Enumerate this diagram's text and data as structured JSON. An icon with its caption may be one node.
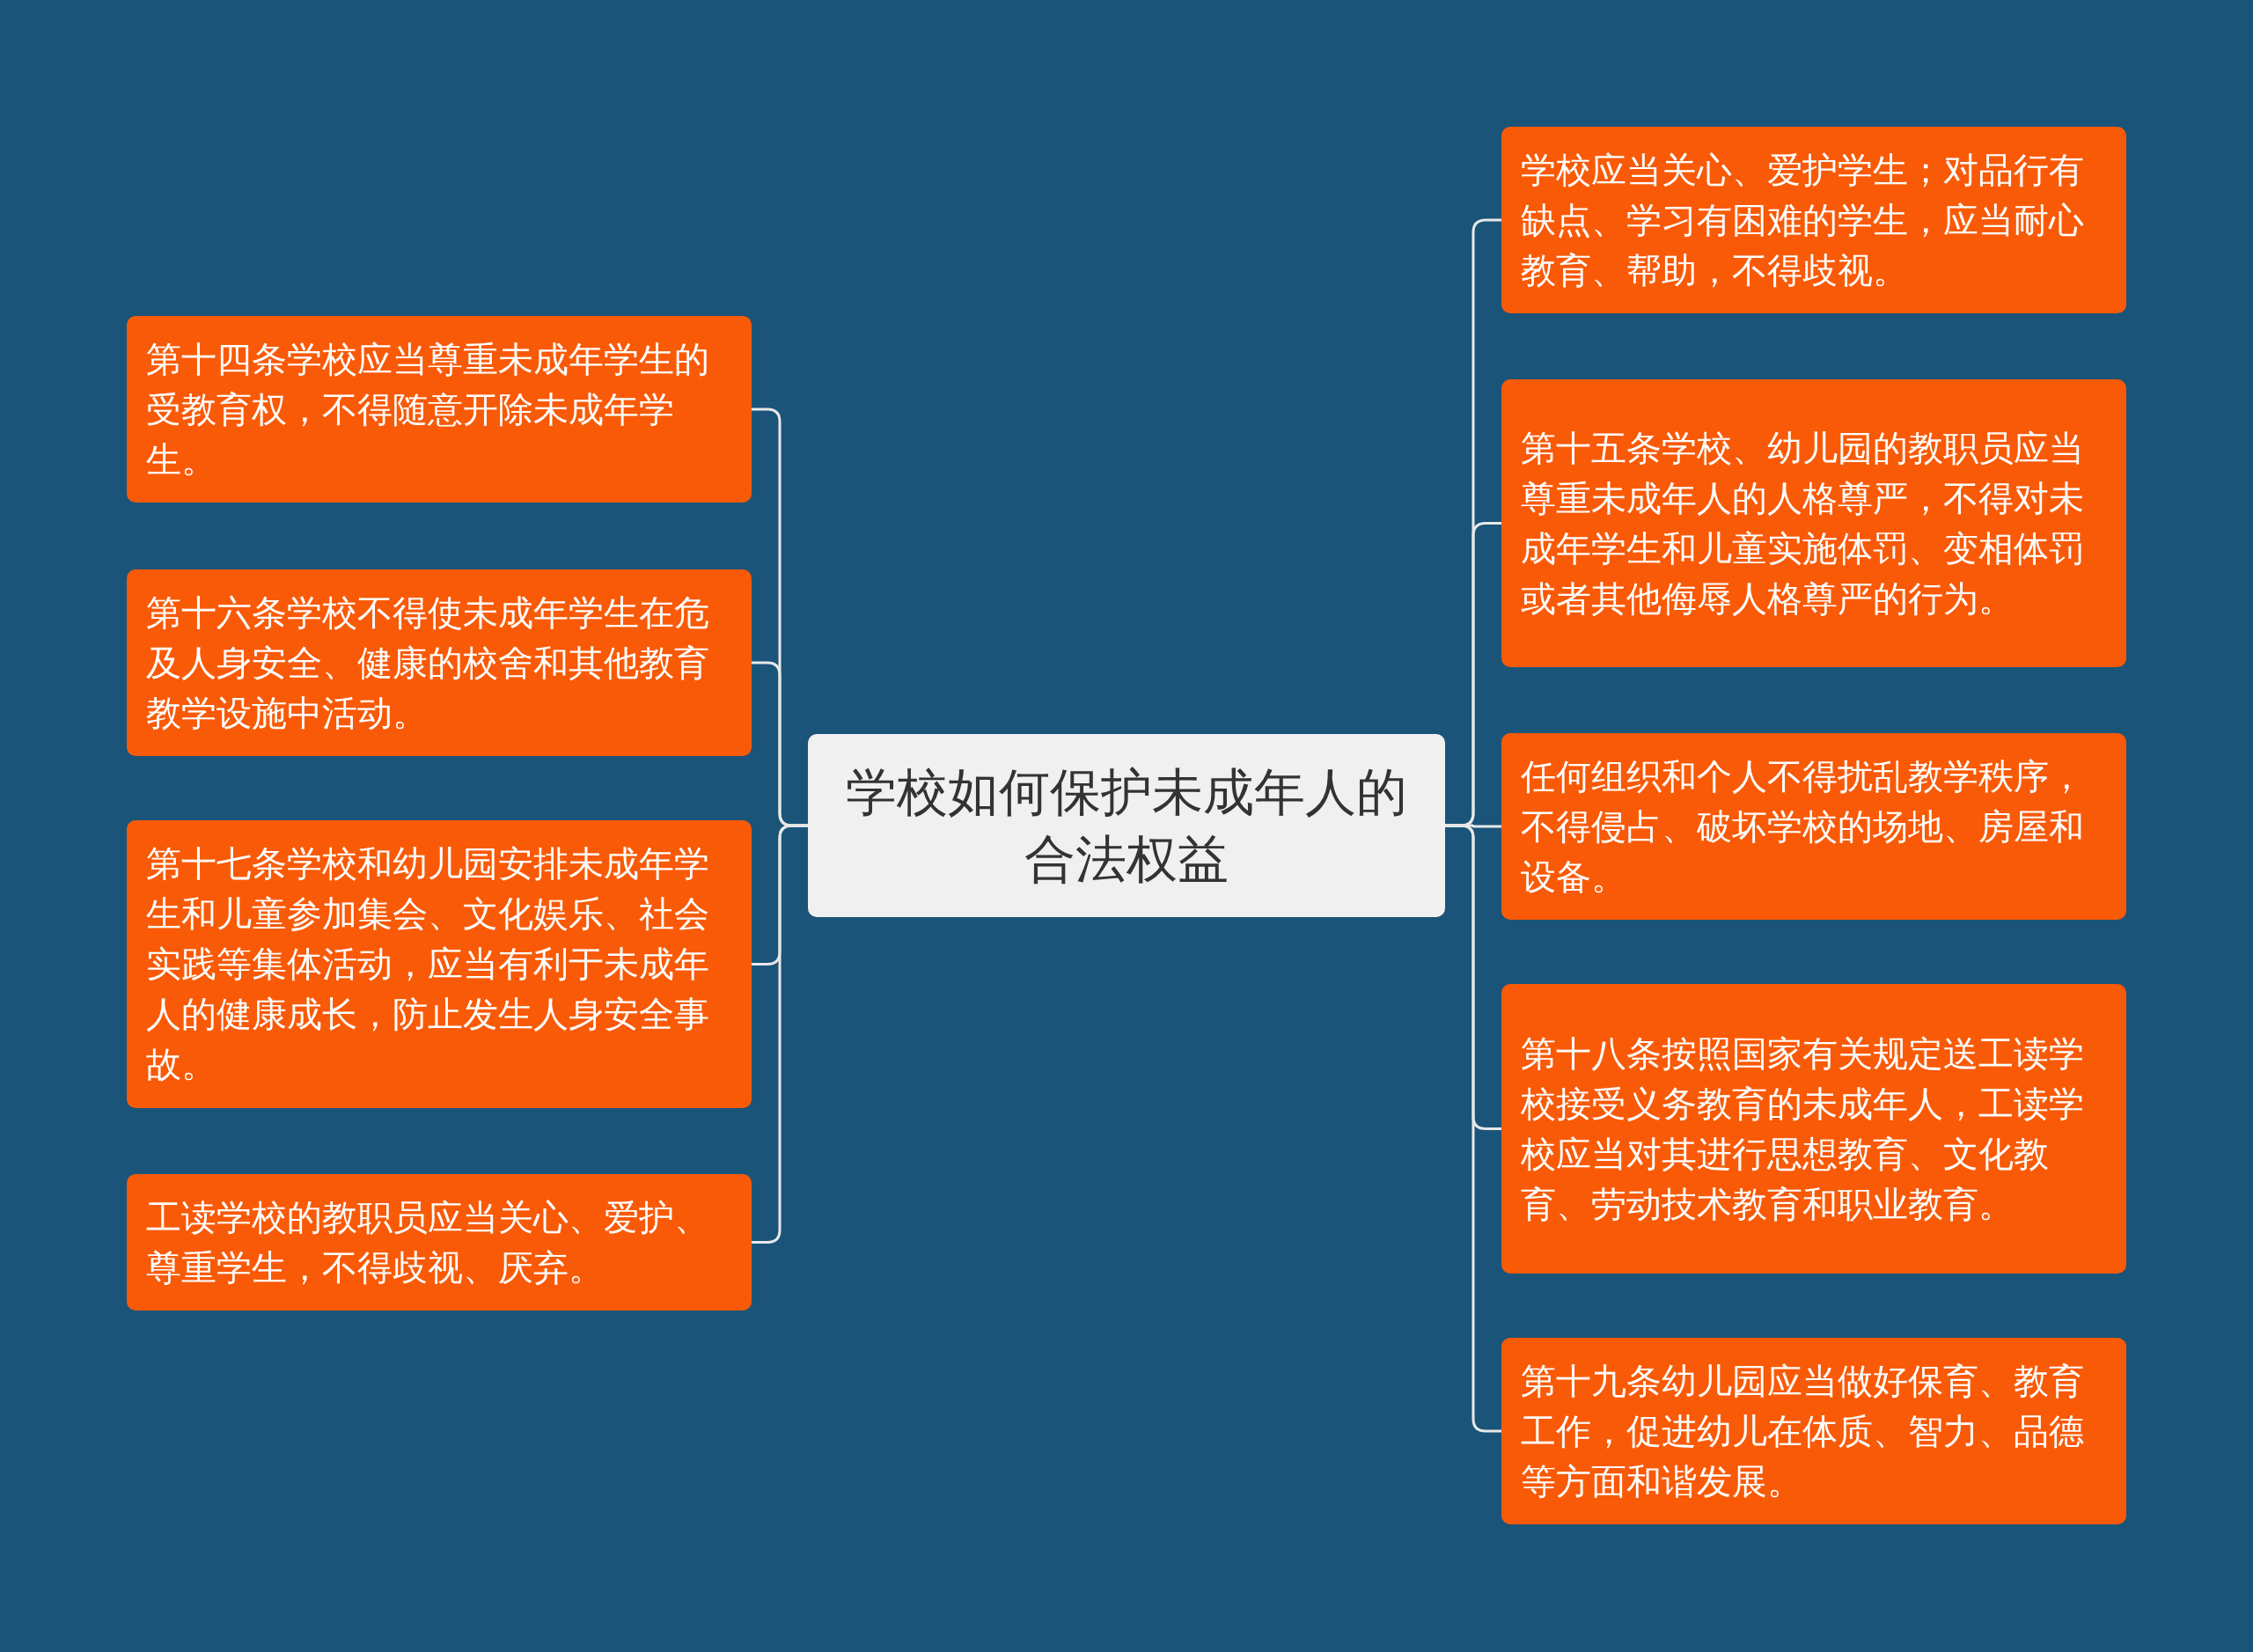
{
  "diagram": {
    "nodes": [
      {
        "text": [
          "学校如何保护未成年人的合法权益"
        ]
      },
      {
        "text": [
          "第十四条学校应当尊重未成年学生的受教育权，不得随意开除未成年学生。"
        ]
      },
      {
        "text": [
          "第十六条学校不得使未成年学生在危及人身安全、健康的校舍和其他教育教学设施中活动。"
        ]
      },
      {
        "text": [
          "第十七条学校和幼儿园安排未成年学生和儿童参加集会、文化娱乐、社会实践等集体活动，应当有利于未成年人的健康成长，防止发生人身安全事故。"
        ]
      },
      {
        "text": [
          "工读学校的教职员应当关心、爱护、尊重学生，不得歧视、厌弃。"
        ]
      },
      {
        "text": [
          "学校应当关心、爱护学生；对品行有缺点、学习有困难的学生，应当耐心教育、帮助，不得歧视。"
        ]
      },
      {
        "text": [
          "第十五条学校、幼儿园的教职员应当尊重未成年人的人格尊严，不得对未成年学生和儿童实施体罚、变相体罚或者其他侮辱人格尊严的行为。"
        ]
      },
      {
        "text": [
          "任何组织和个人不得扰乱教学秩序，不得侵占、破坏学校的场地、房屋和设备。"
        ]
      },
      {
        "text": [
          "第十八条按照国家有关规定送工读学校接受义务教育的未成年人，工读学校应当对其进行思想教育、文化教育、劳动技术教育和职业教育。"
        ]
      },
      {
        "text": [
          "第十九条幼儿园应当做好保育、教育工作，促进幼儿在体质、智力、品德等方面和谐发展。"
        ]
      }
    ],
    "edges": [
      {
        "from": 0,
        "to": 1,
        "arrow": "none"
      },
      {
        "from": 0,
        "to": 2,
        "arrow": "none"
      },
      {
        "from": 0,
        "to": 3,
        "arrow": "none"
      },
      {
        "from": 0,
        "to": 4,
        "arrow": "none"
      },
      {
        "from": 0,
        "to": 5,
        "arrow": "none"
      },
      {
        "from": 0,
        "to": 6,
        "arrow": "none"
      },
      {
        "from": 0,
        "to": 7,
        "arrow": "none"
      },
      {
        "from": 0,
        "to": 8,
        "arrow": "none"
      },
      {
        "from": 0,
        "to": 9,
        "arrow": "none"
      }
    ]
  }
}
